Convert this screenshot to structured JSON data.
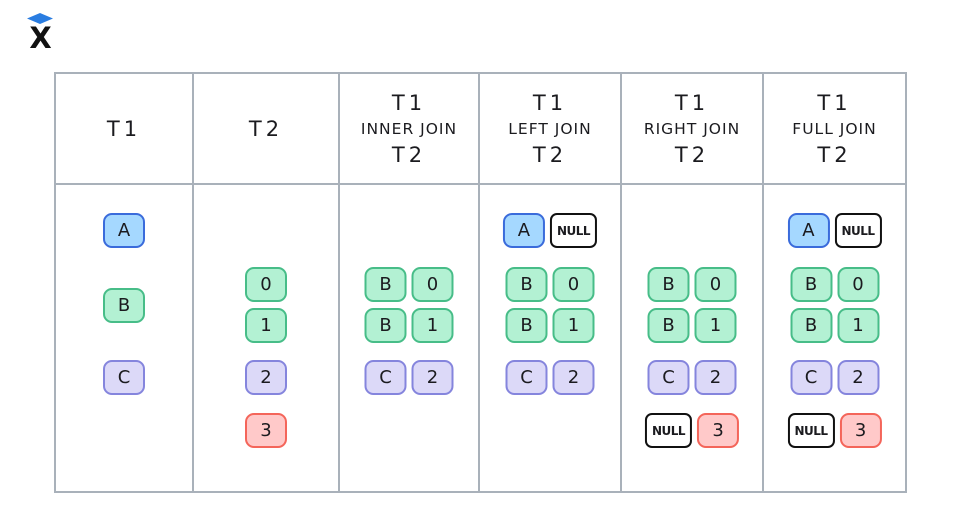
{
  "logo": {
    "letter": "X",
    "diamond_color": "#2a7de1",
    "letter_color": "#111111"
  },
  "diagram": {
    "line_color": "#a9b1ba",
    "palette": {
      "blue": {
        "fill": "#a5d8ff",
        "border": "#3a6bdb"
      },
      "green": {
        "fill": "#b3f1d3",
        "border": "#47bd88"
      },
      "purple": {
        "fill": "#dcd9f8",
        "border": "#8585dd"
      },
      "red": {
        "fill": "#ffc9c9",
        "border": "#f4655a"
      },
      "nullbox": {
        "fill": "#ffffff",
        "border": "#111111"
      }
    },
    "columns": [
      {
        "id": "t1",
        "header": [
          "T1"
        ],
        "rows": [
          {
            "slot": 0,
            "cells": [
              {
                "text": "A",
                "color": "blue"
              }
            ]
          },
          {
            "slot": 1.5,
            "cells": [
              {
                "text": "B",
                "color": "green"
              }
            ]
          },
          {
            "slot": 3,
            "cells": [
              {
                "text": "C",
                "color": "purple"
              }
            ]
          }
        ]
      },
      {
        "id": "t2",
        "header": [
          "T2"
        ],
        "rows": [
          {
            "slot": 1,
            "cells": [
              {
                "text": "0",
                "color": "green"
              }
            ]
          },
          {
            "slot": 2,
            "cells": [
              {
                "text": "1",
                "color": "green"
              }
            ]
          },
          {
            "slot": 3,
            "cells": [
              {
                "text": "2",
                "color": "purple"
              }
            ]
          },
          {
            "slot": 4,
            "cells": [
              {
                "text": "3",
                "color": "red"
              }
            ]
          }
        ]
      },
      {
        "id": "inner-join",
        "header": [
          "T1",
          "INNER JOIN",
          "T2"
        ],
        "rows": [
          {
            "slot": 1,
            "cells": [
              {
                "text": "B",
                "color": "green"
              },
              {
                "text": "0",
                "color": "green"
              }
            ]
          },
          {
            "slot": 2,
            "cells": [
              {
                "text": "B",
                "color": "green"
              },
              {
                "text": "1",
                "color": "green"
              }
            ]
          },
          {
            "slot": 3,
            "cells": [
              {
                "text": "C",
                "color": "purple"
              },
              {
                "text": "2",
                "color": "purple"
              }
            ]
          }
        ]
      },
      {
        "id": "left-join",
        "header": [
          "T1",
          "LEFT JOIN",
          "T2"
        ],
        "rows": [
          {
            "slot": 0,
            "cells": [
              {
                "text": "A",
                "color": "blue"
              },
              {
                "text": "NULL",
                "color": "nullbox"
              }
            ]
          },
          {
            "slot": 1,
            "cells": [
              {
                "text": "B",
                "color": "green"
              },
              {
                "text": "0",
                "color": "green"
              }
            ]
          },
          {
            "slot": 2,
            "cells": [
              {
                "text": "B",
                "color": "green"
              },
              {
                "text": "1",
                "color": "green"
              }
            ]
          },
          {
            "slot": 3,
            "cells": [
              {
                "text": "C",
                "color": "purple"
              },
              {
                "text": "2",
                "color": "purple"
              }
            ]
          }
        ]
      },
      {
        "id": "right-join",
        "header": [
          "T1",
          "RIGHT JOIN",
          "T2"
        ],
        "rows": [
          {
            "slot": 1,
            "cells": [
              {
                "text": "B",
                "color": "green"
              },
              {
                "text": "0",
                "color": "green"
              }
            ]
          },
          {
            "slot": 2,
            "cells": [
              {
                "text": "B",
                "color": "green"
              },
              {
                "text": "1",
                "color": "green"
              }
            ]
          },
          {
            "slot": 3,
            "cells": [
              {
                "text": "C",
                "color": "purple"
              },
              {
                "text": "2",
                "color": "purple"
              }
            ]
          },
          {
            "slot": 4,
            "cells": [
              {
                "text": "NULL",
                "color": "nullbox"
              },
              {
                "text": "3",
                "color": "red"
              }
            ]
          }
        ]
      },
      {
        "id": "full-join",
        "header": [
          "T1",
          "FULL JOIN",
          "T2"
        ],
        "rows": [
          {
            "slot": 0,
            "cells": [
              {
                "text": "A",
                "color": "blue"
              },
              {
                "text": "NULL",
                "color": "nullbox"
              }
            ]
          },
          {
            "slot": 1,
            "cells": [
              {
                "text": "B",
                "color": "green"
              },
              {
                "text": "0",
                "color": "green"
              }
            ]
          },
          {
            "slot": 2,
            "cells": [
              {
                "text": "B",
                "color": "green"
              },
              {
                "text": "1",
                "color": "green"
              }
            ]
          },
          {
            "slot": 3,
            "cells": [
              {
                "text": "C",
                "color": "purple"
              },
              {
                "text": "2",
                "color": "purple"
              }
            ]
          },
          {
            "slot": 4,
            "cells": [
              {
                "text": "NULL",
                "color": "nullbox"
              },
              {
                "text": "3",
                "color": "red"
              }
            ]
          }
        ]
      }
    ]
  }
}
